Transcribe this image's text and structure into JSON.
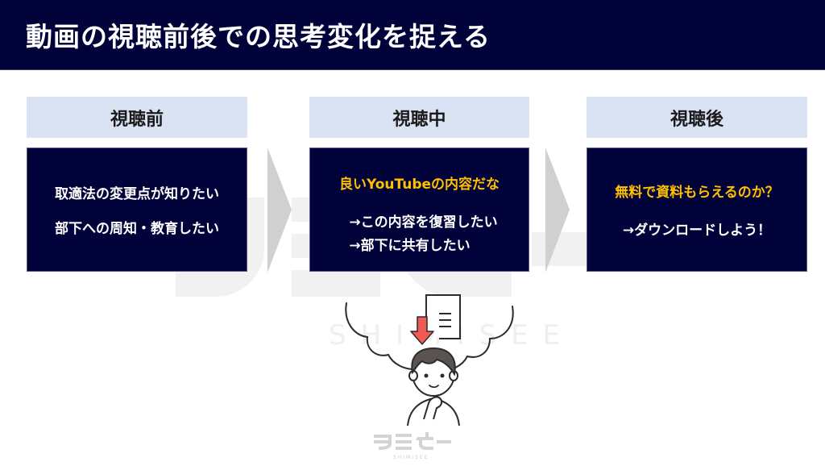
{
  "title": "動画の視聴前後での思考変化を捉える",
  "colors": {
    "title_bar": "#02023a",
    "header_bg": "#dae3f3",
    "box_bg": "#02023a",
    "highlight": "#ffc000",
    "chevron": "#d0d0d0",
    "download_arrow": "#f05a55"
  },
  "steps": [
    {
      "header": "視聴前",
      "lines": [
        {
          "text": "取適法の変更点が知りたい",
          "highlight": false
        },
        {
          "text": "部下への周知・教育したい",
          "highlight": false
        }
      ]
    },
    {
      "header": "視聴中",
      "lines": [
        {
          "text": "良いYouTubeの内容だな",
          "highlight": true
        },
        {
          "text": "→この内容を復習したい",
          "highlight": false
        },
        {
          "text": "→部下に共有したい",
          "highlight": false
        }
      ]
    },
    {
      "header": "視聴後",
      "lines": [
        {
          "text": "無料で資料もらえるのか？",
          "highlight": true
        },
        {
          "text": "→ダウンロードしよう！",
          "highlight": false
        }
      ]
    }
  ],
  "watermark": {
    "text": "SHIMISEE"
  },
  "footer_logo": {
    "text": "シミセー",
    "sub": "SHIMISEE"
  }
}
